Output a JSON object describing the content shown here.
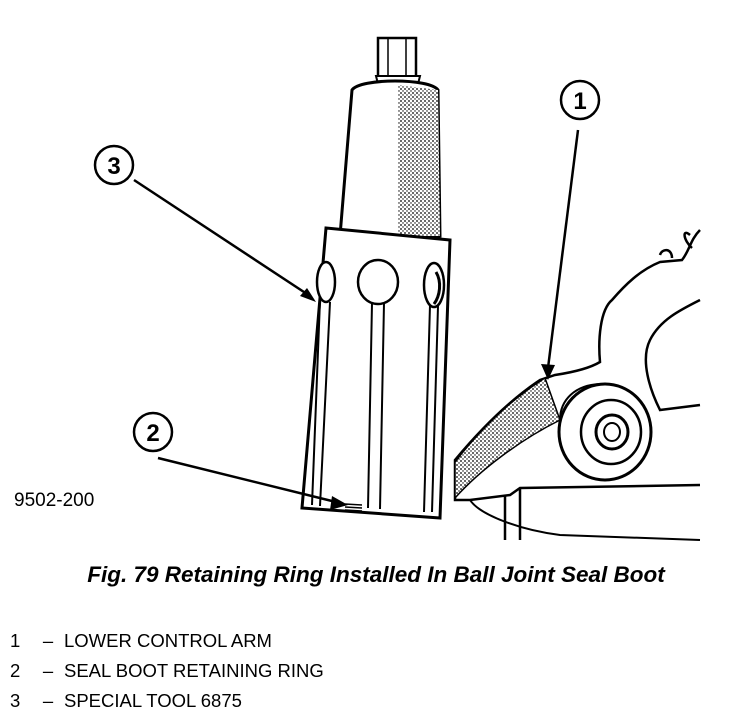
{
  "figure": {
    "code": "9502-200",
    "callouts": [
      "1",
      "2",
      "3"
    ]
  },
  "caption": "Fig. 79 Retaining Ring Installed In Ball Joint Seal Boot",
  "legend": [
    {
      "num": "1",
      "dash": "–",
      "text": "LOWER CONTROL ARM"
    },
    {
      "num": "2",
      "dash": "–",
      "text": "SEAL BOOT RETAINING RING"
    },
    {
      "num": "3",
      "dash": "–",
      "text": "SPECIAL TOOL 6875"
    }
  ]
}
